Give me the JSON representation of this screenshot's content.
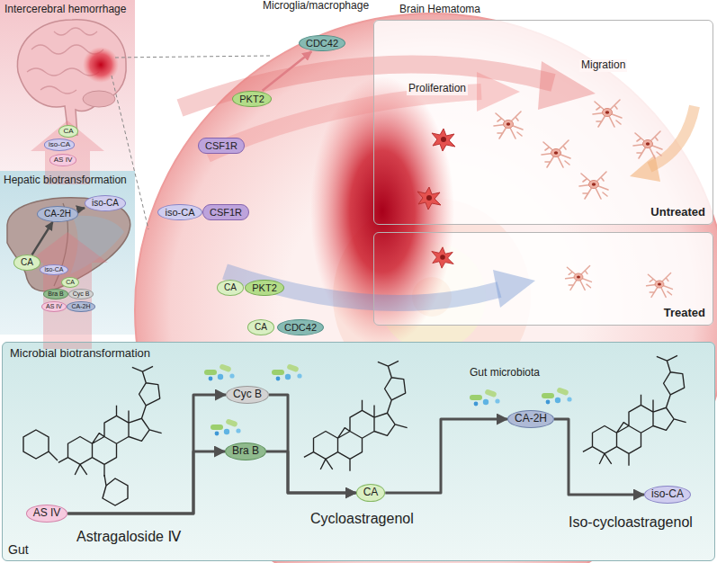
{
  "diagram": {
    "nodes": [
      {
        "text": [
          "Intercerebral hemorrhage"
        ]
      },
      {
        "text": [
          "CA"
        ],
        "in": 0
      },
      {
        "text": [
          "iso-CA"
        ],
        "in": 0
      },
      {
        "text": [
          "AS IV"
        ],
        "in": 0
      },
      {
        "text": [
          "Microglia/macrophage"
        ]
      },
      {
        "text": [
          "CDC42"
        ],
        "in": 4
      },
      {
        "text": [
          "PKT2"
        ],
        "in": 4
      },
      {
        "text": [
          "CSF1R"
        ],
        "in": 4
      },
      {
        "text": [
          "iso-CA"
        ],
        "in": 4
      },
      {
        "text": [
          "CSF1R"
        ],
        "in": 4
      },
      {
        "text": [
          "CA"
        ],
        "in": 4
      },
      {
        "text": [
          "PKT2"
        ],
        "in": 4
      },
      {
        "text": [
          "CA"
        ],
        "in": 4
      },
      {
        "text": [
          "CDC42"
        ],
        "in": 4
      },
      {
        "text": [
          "Brain Hematoma",
          "Untreated"
        ]
      },
      {
        "text": [
          "Treated"
        ]
      },
      {
        "text": [
          "Hepatic biotransformation"
        ]
      },
      {
        "text": [
          "CA"
        ],
        "in": 16
      },
      {
        "text": [
          "CA-2H"
        ],
        "in": 16
      },
      {
        "text": [
          "iso-CA"
        ],
        "in": 16
      },
      {
        "text": [
          "iso-CA"
        ],
        "in": 16
      },
      {
        "text": [
          "CA"
        ],
        "in": 16
      },
      {
        "text": [
          "Bra B"
        ],
        "in": 16
      },
      {
        "text": [
          "Cyc B"
        ],
        "in": 16
      },
      {
        "text": [
          "AS IV"
        ],
        "in": 16
      },
      {
        "text": [
          "CA-2H"
        ],
        "in": 16
      },
      {
        "text": [
          "Microbial biotransformation",
          "Gut"
        ]
      },
      {
        "text": [
          "Cyc B"
        ],
        "in": 26
      },
      {
        "text": [
          "Bra B"
        ],
        "in": 26
      },
      {
        "text": [
          "AS IV"
        ],
        "in": 26
      },
      {
        "text": [
          "CA"
        ],
        "in": 26
      },
      {
        "text": [
          "CA-2H"
        ],
        "in": 26
      },
      {
        "text": [
          "iso-CA"
        ],
        "in": 26
      }
    ],
    "edges": [
      {
        "from": 17,
        "to": 18,
        "arrow": "to"
      },
      {
        "from": 18,
        "to": 19,
        "arrow": "to"
      },
      {
        "from": 6,
        "to": 5,
        "arrow": "to"
      },
      {
        "from": 29,
        "to": 27,
        "arrow": "to"
      },
      {
        "from": 29,
        "to": 28,
        "arrow": "to"
      },
      {
        "from": 27,
        "to": 30,
        "arrow": "to"
      },
      {
        "from": 28,
        "to": 30,
        "arrow": "to"
      },
      {
        "from": 30,
        "to": 31,
        "arrow": "to"
      },
      {
        "from": 31,
        "to": 32,
        "arrow": "to"
      }
    ],
    "labels": [
      "Proliferation",
      "Migration",
      "Gut microbiota",
      "Astragaloside Ⅳ",
      "Cycloastragenol",
      "Iso-cycloastragenol"
    ]
  }
}
